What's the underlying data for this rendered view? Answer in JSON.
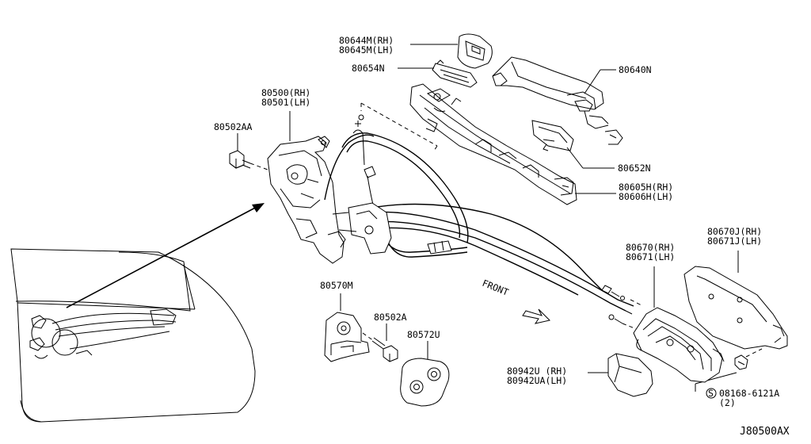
{
  "labels": {
    "p80644m": "80644M(RH)",
    "p80645m": "80645M(LH)",
    "p80654n": "80654N",
    "p80640n": "80640N",
    "p80500": "80500(RH)",
    "p80501": "80501(LH)",
    "p80502aa": "80502AA",
    "p80652n": "80652N",
    "p80605h": "80605H(RH)",
    "p80606h": "80606H(LH)",
    "p80670j": "80670J(RH)",
    "p80671j": "80671J(LH)",
    "p80670": "80670(RH)",
    "p80671": "80671(LH)",
    "p80570m": "80570M",
    "p80502a": "80502A",
    "p80572u": "80572U",
    "front": "FRONT",
    "p80942u": "80942U (RH)",
    "p80942ua": "80942UA(LH)",
    "screw_sym": "S",
    "p08168": "08168-6121A",
    "qty": "(2)",
    "diagram_code": "J80500AX"
  }
}
